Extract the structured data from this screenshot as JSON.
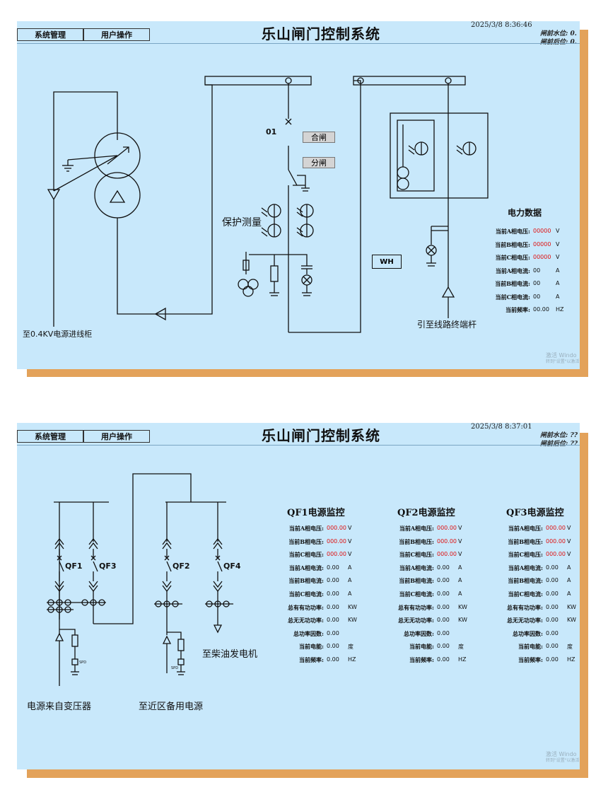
{
  "screen1": {
    "menu": [
      "系统管理",
      "用户操作"
    ],
    "title": "乐山闸门控制系统",
    "datetime": "2025/3/8   8:36:46",
    "levels": [
      "闸前水位:  0.",
      "闸前后位:  0."
    ],
    "breaker_id": "01",
    "close_button": "合闸",
    "open_button": "分闸",
    "protect_label": "保护测量",
    "wh_label": "WH",
    "source_label": "至0.4KV电源进线柜",
    "line_label": "引至线路终端杆",
    "power_title": "电力数据",
    "power_rows": [
      {
        "name": "当前A相电压:",
        "value": "00000",
        "unit": "V",
        "red": true
      },
      {
        "name": "当前B相电压:",
        "value": "00000",
        "unit": "V",
        "red": true
      },
      {
        "name": "当前C相电压:",
        "value": "00000",
        "unit": "V",
        "red": true
      },
      {
        "name": "当前A相电流:",
        "value": "00",
        "unit": "A",
        "red": false
      },
      {
        "name": "当前B相电流:",
        "value": "00",
        "unit": "A",
        "red": false
      },
      {
        "name": "当前C相电流:",
        "value": "00",
        "unit": "A",
        "red": false
      },
      {
        "name": "当前频率:",
        "value": "00.00",
        "unit": "HZ",
        "red": false
      }
    ],
    "watermark": [
      "激活 Windo",
      "转到\"设置\"以激活"
    ]
  },
  "screen2": {
    "menu": [
      "系统管理",
      "用户操作"
    ],
    "title": "乐山闸门控制系统",
    "datetime": "2025/3/8   8:37:01",
    "levels": [
      "闸前水位:  ??",
      "闸前后位:  ??"
    ],
    "breakers": [
      "QF1",
      "QF3",
      "QF2",
      "QF4"
    ],
    "spd": "SPD",
    "label_transformer": "电源来自变压器",
    "label_backup": "至近区备用电源",
    "label_diesel": "至柴油发电机",
    "panels": [
      {
        "title": "QF1电源监控",
        "rows": [
          {
            "name": "当前A相电压:",
            "value": "000.00",
            "unit": "V",
            "red": true
          },
          {
            "name": "当前B相电压:",
            "value": "000.00",
            "unit": "V",
            "red": true
          },
          {
            "name": "当前C相电压:",
            "value": "000.00",
            "unit": "V",
            "red": true
          },
          {
            "name": "当前A相电流:",
            "value": "0.00",
            "unit": "A",
            "red": false
          },
          {
            "name": "当前B相电流:",
            "value": "0.00",
            "unit": "A",
            "red": false
          },
          {
            "name": "当前C相电流:",
            "value": "0.00",
            "unit": "A",
            "red": false
          },
          {
            "name": "总有有功功率:",
            "value": "0.00",
            "unit": "KW",
            "red": false
          },
          {
            "name": "总无无功功率:",
            "value": "0.00",
            "unit": "KW",
            "red": false
          },
          {
            "name": "总功率因数:",
            "value": "0.00",
            "unit": "",
            "red": false
          },
          {
            "name": "当前电能:",
            "value": "0.00",
            "unit": "度",
            "red": false
          },
          {
            "name": "当前频率:",
            "value": "0.00",
            "unit": "HZ",
            "red": false
          }
        ]
      },
      {
        "title": "QF2电源监控",
        "rows": [
          {
            "name": "当前A相电压:",
            "value": "000.00",
            "unit": "V",
            "red": true
          },
          {
            "name": "当前B相电压:",
            "value": "000.00",
            "unit": "V",
            "red": true
          },
          {
            "name": "当前C相电压:",
            "value": "000.00",
            "unit": "V",
            "red": true
          },
          {
            "name": "当前A相电流:",
            "value": "0.00",
            "unit": "A",
            "red": false
          },
          {
            "name": "当前B相电流:",
            "value": "0.00",
            "unit": "A",
            "red": false
          },
          {
            "name": "当前C相电流:",
            "value": "0.00",
            "unit": "A",
            "red": false
          },
          {
            "name": "总有有功功率:",
            "value": "0.00",
            "unit": "KW",
            "red": false
          },
          {
            "name": "总无无功功率:",
            "value": "0.00",
            "unit": "KW",
            "red": false
          },
          {
            "name": "总功率因数:",
            "value": "0.00",
            "unit": "",
            "red": false
          },
          {
            "name": "当前电能:",
            "value": "0.00",
            "unit": "度",
            "red": false
          },
          {
            "name": "当前频率:",
            "value": "0.00",
            "unit": "HZ",
            "red": false
          }
        ]
      },
      {
        "title": "QF3电源监控",
        "rows": [
          {
            "name": "当前A相电压:",
            "value": "000.00",
            "unit": "V",
            "red": true
          },
          {
            "name": "当前B相电压:",
            "value": "000.00",
            "unit": "V",
            "red": true
          },
          {
            "name": "当前C相电压:",
            "value": "000.00",
            "unit": "V",
            "red": true
          },
          {
            "name": "当前A相电流:",
            "value": "0.00",
            "unit": "A",
            "red": false
          },
          {
            "name": "当前B相电流:",
            "value": "0.00",
            "unit": "A",
            "red": false
          },
          {
            "name": "当前C相电流:",
            "value": "0.00",
            "unit": "A",
            "red": false
          },
          {
            "name": "总有有功功率:",
            "value": "0.00",
            "unit": "KW",
            "red": false
          },
          {
            "name": "总无无功功率:",
            "value": "0.00",
            "unit": "KW",
            "red": false
          },
          {
            "name": "总功率因数:",
            "value": "0.00",
            "unit": "",
            "red": false
          },
          {
            "name": "当前电能:",
            "value": "0.00",
            "unit": "度",
            "red": false
          },
          {
            "name": "当前频率:",
            "value": "0.00",
            "unit": "HZ",
            "red": false
          }
        ]
      }
    ],
    "watermark": [
      "激活 Windo",
      "转到\"设置\"以激活"
    ]
  }
}
